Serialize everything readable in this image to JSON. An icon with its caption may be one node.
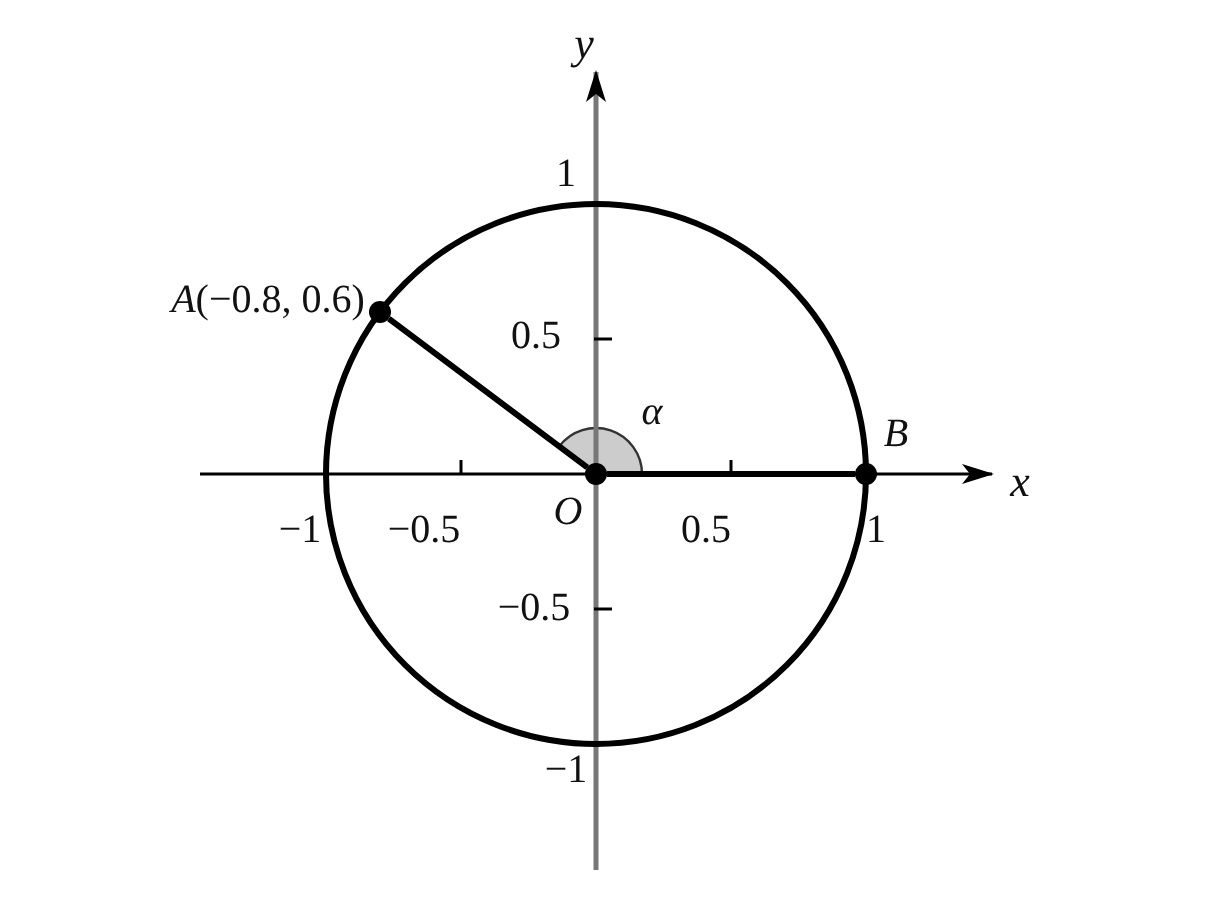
{
  "diagram": {
    "nodes": [
      {
        "text": [],
        "shape": "circle",
        "beside": [
          "*A*(−0.8, 0.6)"
        ]
      },
      {
        "text": [],
        "shape": "circle",
        "beside": [
          "O"
        ]
      },
      {
        "text": [],
        "shape": "circle",
        "beside": [
          "B"
        ]
      }
    ],
    "edges": [
      {
        "from": 1,
        "to": 0,
        "arrow": "none"
      },
      {
        "from": 1,
        "to": 2,
        "arrow": "none"
      }
    ],
    "labels": [
      "y",
      "1",
      "0.5",
      "α",
      "x",
      "−1",
      "−0.5",
      "0.5",
      "1",
      "−0.5",
      "−1"
    ]
  }
}
